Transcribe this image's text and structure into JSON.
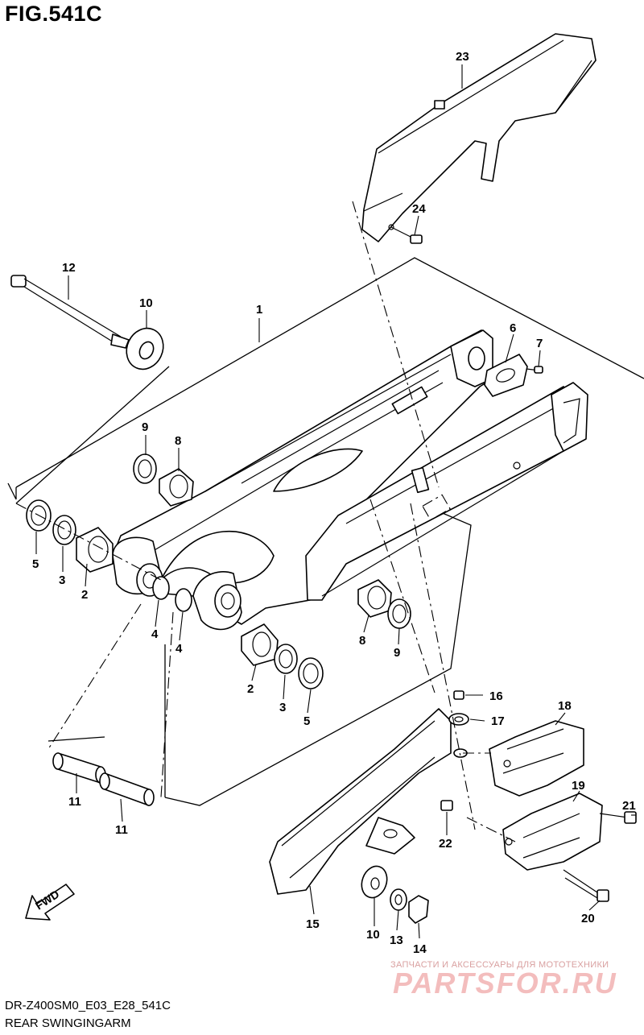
{
  "figure": {
    "title": "FIG.541C",
    "model_code": "DR-Z400SM0_E03_E28_541C",
    "name": "REAR SWINGINGARM"
  },
  "watermark": {
    "tagline": "ЗАПЧАСТИ И АКСЕССУАРЫ ДЛЯ МОТОТЕХНИКИ",
    "logo": "PARTSFOR.RU"
  },
  "callouts": {
    "c1": "1",
    "c2a": "2",
    "c2b": "2",
    "c3a": "3",
    "c3b": "3",
    "c4a": "4",
    "c4b": "4",
    "c5a": "5",
    "c5b": "5",
    "c6": "6",
    "c7": "7",
    "c8a": "8",
    "c8b": "8",
    "c9a": "9",
    "c9b": "9",
    "c10a": "10",
    "c10b": "10",
    "c11a": "11",
    "c11b": "11",
    "c12": "12",
    "c13": "13",
    "c14": "14",
    "c15": "15",
    "c16": "16",
    "c17": "17",
    "c18": "18",
    "c19": "19",
    "c20": "20",
    "c21": "21",
    "c22": "22",
    "c23": "23",
    "c24": "24"
  },
  "fwd_label": "FWD"
}
